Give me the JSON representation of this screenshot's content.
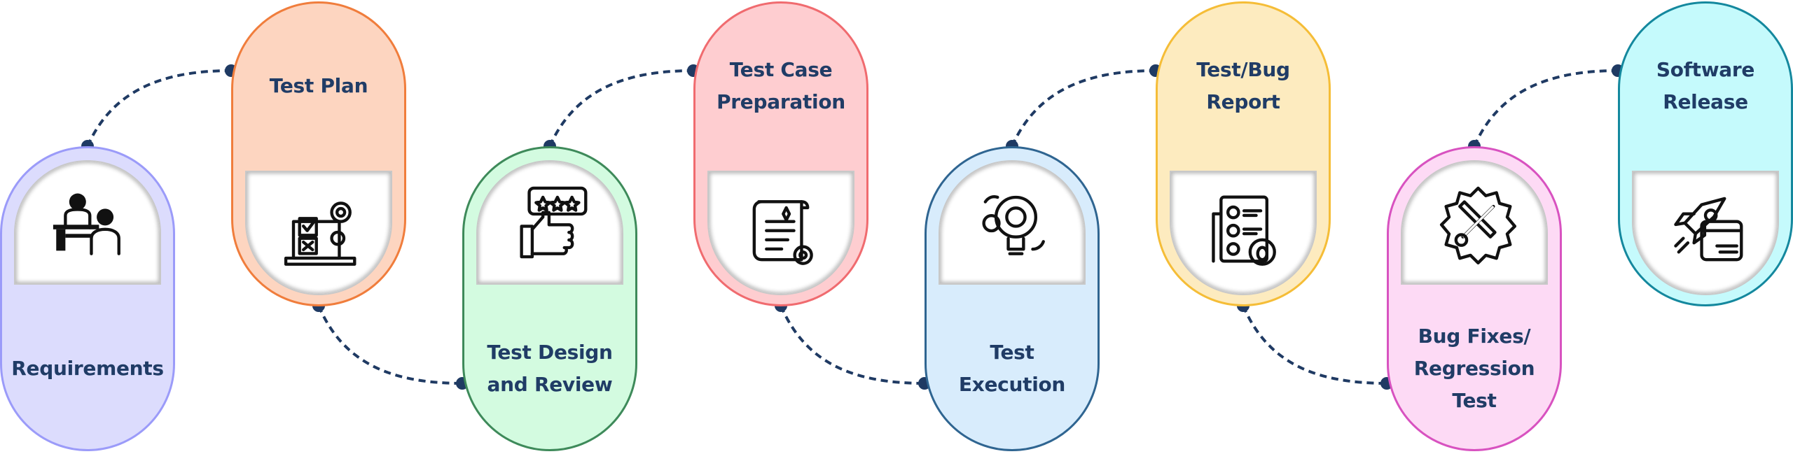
{
  "steps": [
    {
      "lines": [
        "Requirements"
      ],
      "fill": "#dcdcfd",
      "border": "#9b9bf9",
      "icon": "meeting-icon",
      "position": "bottom"
    },
    {
      "lines": [
        "Test Plan"
      ],
      "fill": "#fdd5c0",
      "border": "#f07d3c",
      "icon": "laptop-checklist-gears-icon",
      "position": "top"
    },
    {
      "lines": [
        "Test Design",
        "and Review"
      ],
      "fill": "#d3fbe0",
      "border": "#3e8a5a",
      "icon": "thumbs-up-rating-icon",
      "position": "bottom"
    },
    {
      "lines": [
        "Test Case",
        "Preparation"
      ],
      "fill": "#fecdd0",
      "border": "#f06b6f",
      "icon": "scroll-gear-icon",
      "position": "top"
    },
    {
      "lines": [
        "Test",
        "Execution"
      ],
      "fill": "#d8ecfc",
      "border": "#2f6591",
      "icon": "lightbulb-gears-icon",
      "position": "bottom"
    },
    {
      "lines": [
        "Test/Bug",
        "Report"
      ],
      "fill": "#fdebbf",
      "border": "#f5bd37",
      "icon": "bug-report-icon",
      "position": "top"
    },
    {
      "lines": [
        "Bug Fixes/",
        "Regression",
        "Test"
      ],
      "fill": "#fddaf5",
      "border": "#d852c0",
      "icon": "tools-gear-icon",
      "position": "bottom"
    },
    {
      "lines": [
        "Software",
        "Release"
      ],
      "fill": "#c5fafc",
      "border": "#14889e",
      "icon": "rocket-window-icon",
      "position": "top"
    }
  ],
  "connector_color": "#1f3a63"
}
